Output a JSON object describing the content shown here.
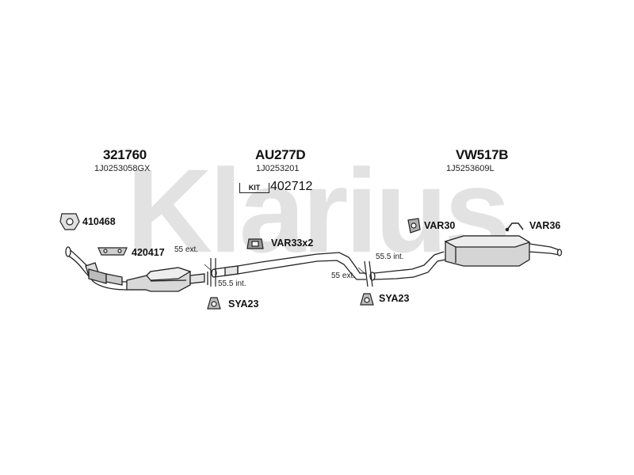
{
  "watermark": {
    "text": "Klarius",
    "color": "#e2e2e2"
  },
  "sections": [
    {
      "part_no": "321760",
      "oe_no": "1J0253058GX"
    },
    {
      "part_no": "AU277D",
      "oe_no": "1J0253201"
    },
    {
      "part_no": "VW517B",
      "oe_no": "1J5253609L"
    }
  ],
  "kit": {
    "badge": "KIT",
    "part_no": "402712"
  },
  "fittings": {
    "f410468": "410468",
    "f420417": "420417",
    "var33": "VAR33x2",
    "var30": "VAR30",
    "var36": "VAR36",
    "sya23_left": "SYA23",
    "sya23_mid": "SYA23"
  },
  "dimensions": {
    "d1": "55 ext.",
    "d2": "55.5 int.",
    "d3": "55.5 int.",
    "d4": "55 ext."
  }
}
